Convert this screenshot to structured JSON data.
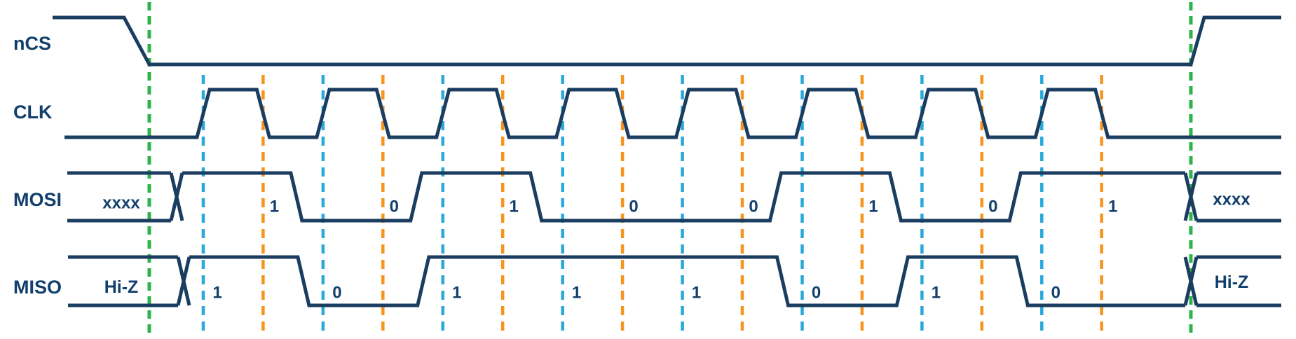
{
  "diagram": {
    "kind": "spi-timing-diagram",
    "clock": {
      "num_pulses": 8
    },
    "guides": {
      "chip_select_lines": 2,
      "rising_edge_lines": 8,
      "falling_edge_lines": 8
    }
  },
  "signals": [
    {
      "name": "nCS"
    },
    {
      "name": "CLK"
    },
    {
      "name": "MOSI",
      "undefined_label_left": "xxxx",
      "undefined_label_right": "xxxx",
      "bits": [
        "1",
        "0",
        "1",
        "0",
        "0",
        "1",
        "0",
        "1"
      ]
    },
    {
      "name": "MISO",
      "undefined_label_left": "Hi-Z",
      "undefined_label_right": "Hi-Z",
      "bits": [
        "1",
        "0",
        "1",
        "1",
        "1",
        "0",
        "1",
        "0"
      ]
    }
  ],
  "colors": {
    "trace": "#1b3d60",
    "text": "#123f6b",
    "chip_select_guide": "#2db34a",
    "rising_edge_guide": "#29a8da",
    "falling_edge_guide": "#f7941e",
    "background": "#ffffff"
  }
}
